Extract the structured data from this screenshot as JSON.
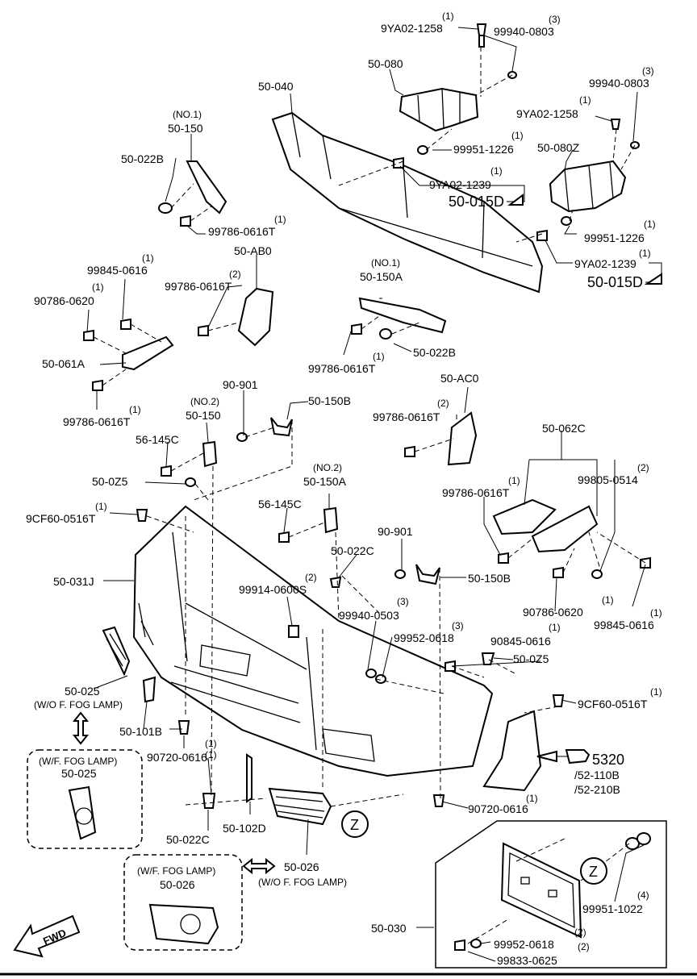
{
  "labels": {
    "n_9ya02_1258_a": "9YA02-1258",
    "q_9ya02_1258_a": "(1)",
    "n_99940_0803_a": "99940-0803",
    "q_99940_0803_a": "(3)",
    "n_50_080": "50-080",
    "n_50_040": "50-040",
    "n_99940_0803_b": "99940-0803",
    "q_99940_0803_b": "(3)",
    "n_9ya02_1258_b": "9YA02-1258",
    "q_9ya02_1258_b": "(1)",
    "n_99951_1226_a": "99951-1226",
    "q_99951_1226_a": "(1)",
    "n_50_080z": "50-080Z",
    "n_9ya02_1239_a": "9YA02-1239",
    "q_9ya02_1239_a": "(1)",
    "n_50_015d_a": "50-015D",
    "n_99951_1226_b": "99951-1226",
    "q_99951_1226_b": "(1)",
    "n_9ya02_1239_b": "9YA02-1239",
    "q_9ya02_1239_b": "(1)",
    "n_50_015d_b": "50-015D",
    "n_no1_a": "(NO.1)",
    "n_50_150_a": "50-150",
    "n_50_022b_a": "50-022B",
    "n_99786_0616t_a": "99786-0616T",
    "q_99786_0616t_a": "(1)",
    "n_50_ab0": "50-AB0",
    "n_99786_0616t_b": "99786-0616T",
    "q_99786_0616t_b": "(2)",
    "n_99845_0616_a": "99845-0616",
    "q_99845_0616_a": "(1)",
    "n_90786_0620_a": "90786-0620",
    "q_90786_0620_a": "(1)",
    "n_no1_b": "(NO.1)",
    "n_50_150a_a": "50-150A",
    "n_50_061a": "50-061A",
    "n_50_022b_b": "50-022B",
    "n_99786_0616t_c": "99786-0616T",
    "q_99786_0616t_c": "(1)",
    "n_99786_0616t_d": "99786-0616T",
    "q_99786_0616t_d": "(1)",
    "n_90_901_a": "90-901",
    "n_no2_a": "(NO.2)",
    "n_50_150_b": "50-150",
    "n_50_150b_a": "50-150B",
    "n_50_ac0": "50-AC0",
    "n_99786_0616t_e": "99786-0616T",
    "q_99786_0616t_e": "(2)",
    "n_56_145c_a": "56-145C",
    "n_50_062c": "50-062C",
    "n_50_0z5_a": "50-0Z5",
    "n_no2_b": "(NO.2)",
    "n_50_150a_b": "50-150A",
    "n_99786_0616t_f": "99786-0616T",
    "q_99786_0616t_f": "(1)",
    "n_99805_0514": "99805-0514",
    "q_99805_0514": "(2)",
    "n_9cf60_0516t_a": "9CF60-0516T",
    "q_9cf60_0516t_a": "(1)",
    "n_56_145c_b": "56-145C",
    "n_90_901_b": "90-901",
    "n_50_022c_a": "50-022C",
    "n_50_150b_b": "50-150B",
    "n_50_031j": "50-031J",
    "n_99914_0600s": "99914-0600S",
    "q_99914_0600s": "(2)",
    "n_90786_0620_b": "90786-0620",
    "q_90786_0620_b": "(1)",
    "n_99845_0616_b": "99845-0616",
    "q_99845_0616_b": "(1)",
    "n_99940_0503": "99940-0503",
    "q_99940_0503": "(3)",
    "n_99952_0618_a": "99952-0618",
    "q_99952_0618_a": "(3)",
    "n_90845_0616": "90845-0616",
    "q_90845_0616": "(1)",
    "n_50_0z5_b": "50-0Z5",
    "n_50_025_a": "50-025",
    "n_wo_fog_a": "(W/O F. FOG LAMP)",
    "n_9cf60_0516t_b": "9CF60-0516T",
    "q_9cf60_0516t_b": "(1)",
    "n_50_101b": "50-101B",
    "n_90720_0616_a": "90720-0616",
    "q_90720_0616_a": "(1)",
    "n_wf_fog_a": "(W/F. FOG LAMP)",
    "n_50_025_b": "50-025",
    "n_5320": "5320",
    "n_52_110b": "/52-110B",
    "n_52_210b": "/52-210B",
    "n_z_a": "Z",
    "n_90720_0616_b": "90720-0616",
    "q_90720_0616_b": "(1)",
    "n_50_022c_b": "50-022C",
    "q_50_022c_b": "(1)",
    "n_50_102d": "50-102D",
    "n_wf_fog_b": "(W/F. FOG LAMP)",
    "n_50_026_a": "50-026",
    "n_50_026_b": "50-026",
    "n_wo_fog_b": "(W/O F. FOG LAMP)",
    "n_z_b": "Z",
    "n_99951_1022": "99951-1022",
    "q_99951_1022": "(4)",
    "n_50_030": "50-030",
    "n_99952_0618_b": "99952-0618",
    "q_99952_0618_b": "(2)",
    "n_99833_0625": "99833-0625",
    "q_99833_0625": "(2)",
    "n_fwd": "FWD"
  }
}
